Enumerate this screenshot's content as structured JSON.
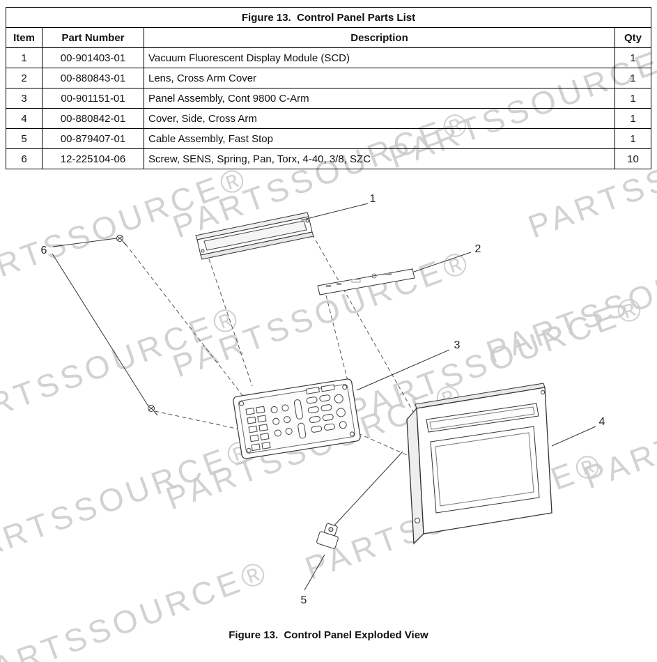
{
  "table": {
    "title": "Figure 13.  Control Panel Parts List",
    "headers": {
      "item": "Item",
      "part_number": "Part Number",
      "description": "Description",
      "qty": "Qty"
    },
    "rows": [
      {
        "item": "1",
        "part_number": "00-901403-01",
        "description": "Vacuum Fluorescent Display Module (SCD)",
        "qty": "1"
      },
      {
        "item": "2",
        "part_number": "00-880843-01",
        "description": "Lens, Cross Arm Cover",
        "qty": "1"
      },
      {
        "item": "3",
        "part_number": "00-901151-01",
        "description": "Panel Assembly, Cont 9800 C-Arm",
        "qty": "1"
      },
      {
        "item": "4",
        "part_number": "00-880842-01",
        "description": "Cover, Side, Cross Arm",
        "qty": "1"
      },
      {
        "item": "5",
        "part_number": "00-879407-01",
        "description": "Cable Assembly, Fast Stop",
        "qty": "1"
      },
      {
        "item": "6",
        "part_number": "12-225104-06",
        "description": "Screw, SENS, Spring, Pan, Torx, 4-40, 3/8, SZC",
        "qty": "10"
      }
    ]
  },
  "diagram": {
    "caption": "Figure 13.  Control Panel Exploded View",
    "callouts": [
      "1",
      "2",
      "3",
      "4",
      "5",
      "6"
    ]
  },
  "watermark": {
    "text": "PARTSSOURCE®"
  }
}
